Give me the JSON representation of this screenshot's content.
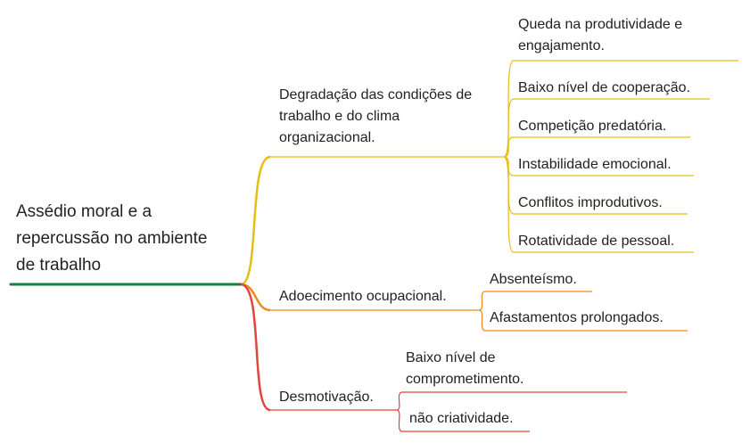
{
  "mindmap": {
    "root": {
      "lines": [
        "Assédio moral e a",
        "repercussão no ambiente",
        "de trabalho"
      ],
      "line_color": "#16803a"
    },
    "branches": [
      {
        "id": "degradacao",
        "lines": [
          "Degradação das condições de",
          "trabalho e do clima",
          "organizacional."
        ],
        "color": "#e6bd13",
        "children": [
          {
            "lines": [
              "Queda na produtividade e",
              "engajamento."
            ]
          },
          {
            "lines": [
              "Baixo nível de cooperação."
            ]
          },
          {
            "lines": [
              "Competição predatória."
            ]
          },
          {
            "lines": [
              "Instabilidade emocional."
            ]
          },
          {
            "lines": [
              "Conflitos improdutivos."
            ]
          },
          {
            "lines": [
              "Rotatividade de pessoal."
            ]
          }
        ]
      },
      {
        "id": "adoecimento",
        "lines": [
          "Adoecimento ocupacional."
        ],
        "color": "#ec8a1c",
        "children": [
          {
            "lines": [
              "Absenteísmo."
            ]
          },
          {
            "lines": [
              "Afastamentos prolongados."
            ]
          }
        ]
      },
      {
        "id": "desmotivacao",
        "lines": [
          "Desmotivação."
        ],
        "color": "#e0463a",
        "children": [
          {
            "lines": [
              "Baixo nível de",
              "comprometimento."
            ]
          },
          {
            "lines": [
              "não criatividade."
            ]
          }
        ]
      }
    ]
  }
}
